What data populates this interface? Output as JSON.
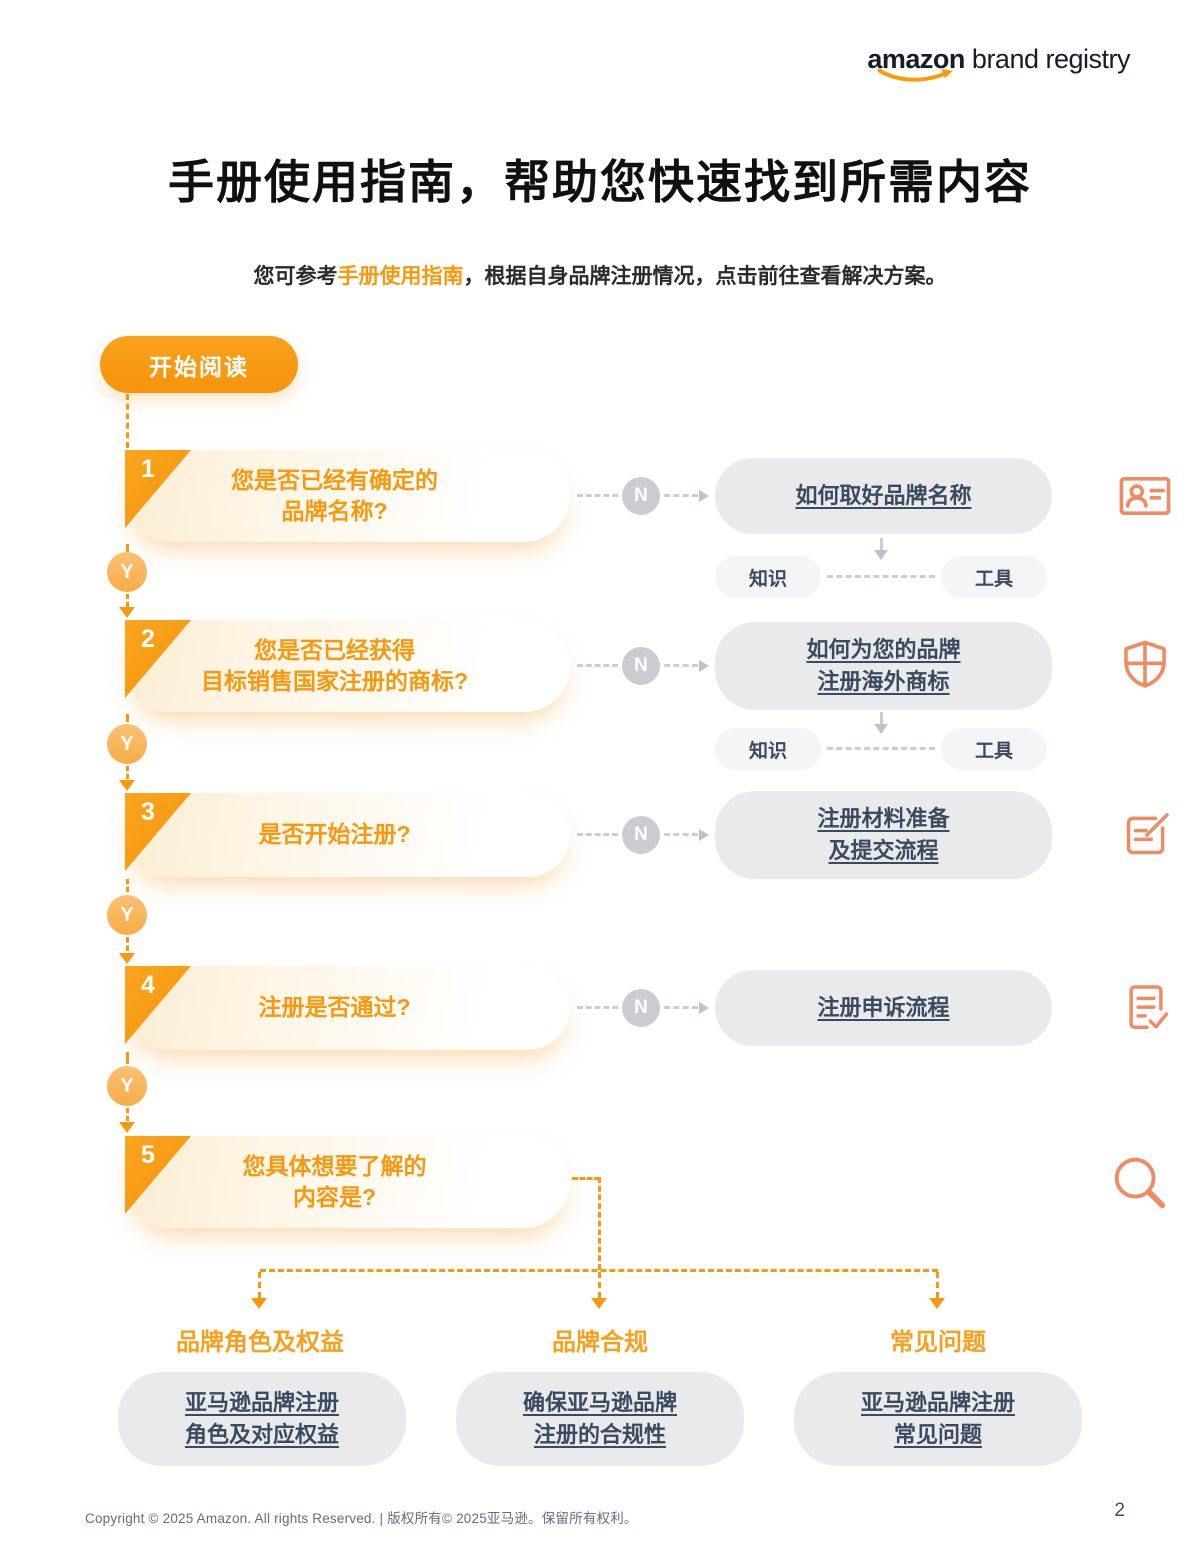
{
  "brand": {
    "name_bold": "amazon",
    "name_light": "brand registry"
  },
  "title": "手册使用指南，帮助您快速找到所需内容",
  "subtitle": {
    "prefix": "您可参考",
    "link": "手册使用指南",
    "suffix": "，根据自身品牌注册情况，点击前往查看解决方案。"
  },
  "flow": {
    "start": "开始阅读",
    "yes": "Y",
    "no": "N",
    "knowledge": "知识",
    "tools": "工具",
    "steps": [
      {
        "number": "1",
        "question": "您是否已经有确定的\n品牌名称?",
        "icon": "id-card-icon",
        "answer": "如何取好品牌名称"
      },
      {
        "number": "2",
        "question": "您是否已经获得\n目标销售国家注册的商标?",
        "icon": "shield-icon",
        "answer": "如何为您的品牌\n注册海外商标"
      },
      {
        "number": "3",
        "question": "是否开始注册?",
        "icon": "edit-note-icon",
        "answer": "注册材料准备\n及提交流程"
      },
      {
        "number": "4",
        "question": "注册是否通过?",
        "icon": "checklist-icon",
        "answer": "注册申诉流程"
      },
      {
        "number": "5",
        "question": "您具体想要了解的\n内容是?",
        "icon": "search-icon"
      }
    ],
    "branches": [
      {
        "label": "品牌角色及权益",
        "card": "亚马逊品牌注册\n角色及对应权益"
      },
      {
        "label": "品牌合规",
        "card": "确保亚马逊品牌\n注册的合规性"
      },
      {
        "label": "常见问题",
        "card": "亚马逊品牌注册\n常见问题"
      }
    ]
  },
  "footer": {
    "copyright": "Copyright © 2025 Amazon. All rights Reserved. | 版权所有© 2025亚马逊。保留所有权利。",
    "page": "2"
  },
  "colors": {
    "accent_orange": "#F7980F",
    "light_orange": "#F9B95D",
    "icon_salmon": "#EF8B63",
    "node_gray": "#C9CDD2",
    "card_gray": "#E9EAEC",
    "pill_gray": "#F4F5F7",
    "text_navy": "#3B4A5F",
    "smile_orange": "#FF9900"
  }
}
